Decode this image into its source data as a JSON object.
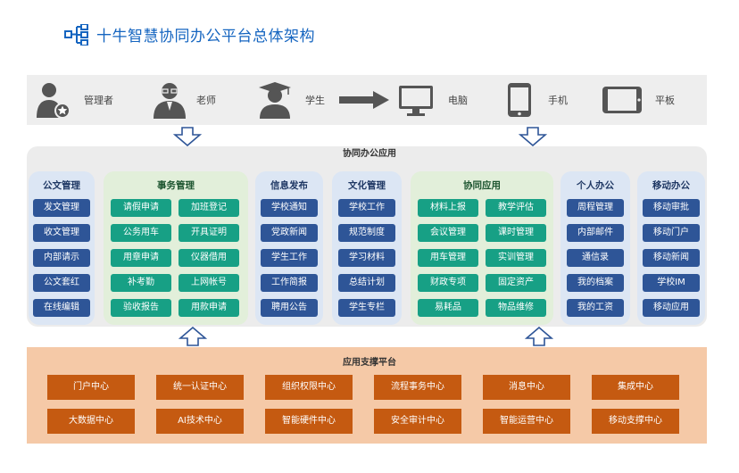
{
  "title": "十牛智慧协同办公平台总体架构",
  "users": [
    {
      "label": "管理者",
      "icon": "manager-icon"
    },
    {
      "label": "老师",
      "icon": "teacher-icon"
    },
    {
      "label": "学生",
      "icon": "student-icon"
    },
    {
      "label": "电脑",
      "icon": "computer-icon"
    },
    {
      "label": "手机",
      "icon": "phone-icon"
    },
    {
      "label": "平板",
      "icon": "tablet-icon"
    }
  ],
  "app_panel": {
    "title": "协同办公应用",
    "columns": [
      {
        "title": "公文管理",
        "items": [
          "发文管理",
          "收文管理",
          "内部请示",
          "公文套红",
          "在线编辑"
        ]
      },
      {
        "title": "事务管理",
        "items": [
          "请假申请",
          "加班登记",
          "公务用车",
          "开具证明",
          "用章申请",
          "仪器借用",
          "补考勤",
          "上网帐号",
          "验收报告",
          "用款申请"
        ]
      },
      {
        "title": "信息发布",
        "items": [
          "学校通知",
          "党政新闻",
          "学生工作",
          "工作简报",
          "聘用公告"
        ]
      },
      {
        "title": "文化管理",
        "items": [
          "学校工作",
          "规范制度",
          "学习材料",
          "总结计划",
          "学生专栏"
        ]
      },
      {
        "title": "协同应用",
        "items": [
          "材料上报",
          "教学评估",
          "会议管理",
          "课时管理",
          "用车管理",
          "实训管理",
          "财政专项",
          "固定资产",
          "易耗品",
          "物品维修"
        ]
      },
      {
        "title": "个人办公",
        "items": [
          "周程管理",
          "内部邮件",
          "通信录",
          "我的档案",
          "我的工资"
        ]
      },
      {
        "title": "移动办公",
        "items": [
          "移动审批",
          "移动门户",
          "移动新闻",
          "学校IM",
          "移动应用"
        ]
      }
    ]
  },
  "support": {
    "title": "应用支撑平台",
    "items": [
      "门户中心",
      "统一认证中心",
      "组织权限中心",
      "流程事务中心",
      "消息中心",
      "集成中心",
      "大数据中心",
      "AI技术中心",
      "智能硬件中心",
      "安全审计中心",
      "智能运营中心",
      "移动支撑中心"
    ]
  },
  "colors": {
    "title": "#1565c0",
    "blue_button": "#2e5597",
    "green_button": "#17a085",
    "support_button": "#c55a11",
    "support_bg": "#f5c9a7",
    "arrow": "#2e5597"
  }
}
